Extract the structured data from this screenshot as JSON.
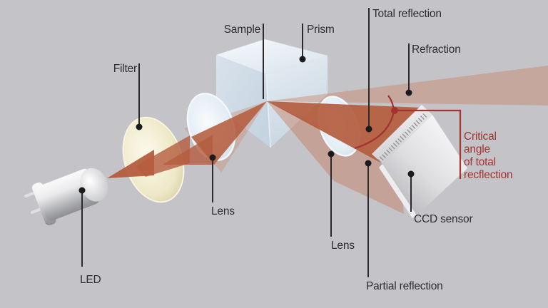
{
  "labels": {
    "led": "LED",
    "filter": "Filter",
    "lens_first": "Lens",
    "sample": "Sample",
    "prism": "Prism",
    "total_reflection": "Total reflection",
    "refraction": "Refraction",
    "lens_second": "Lens",
    "partial_reflection": "Partial reflection",
    "ccd_sensor": "CCD sensor"
  },
  "critical_angle": {
    "line1": "Critical",
    "line2": "angle",
    "line3": "of total",
    "line4": "recflection"
  },
  "colors": {
    "background": "#c4c4c8",
    "beam_dark": "#b45c3e",
    "beam_light": "#c87a5a",
    "annotation_red": "#a23330",
    "label_text": "#2e2e30",
    "prism_blue": "#d3dfe9",
    "filter_ivory": "#efe9c8",
    "lens_blue": "#d3e2ed",
    "metal_silver": "#c9c9cd"
  }
}
